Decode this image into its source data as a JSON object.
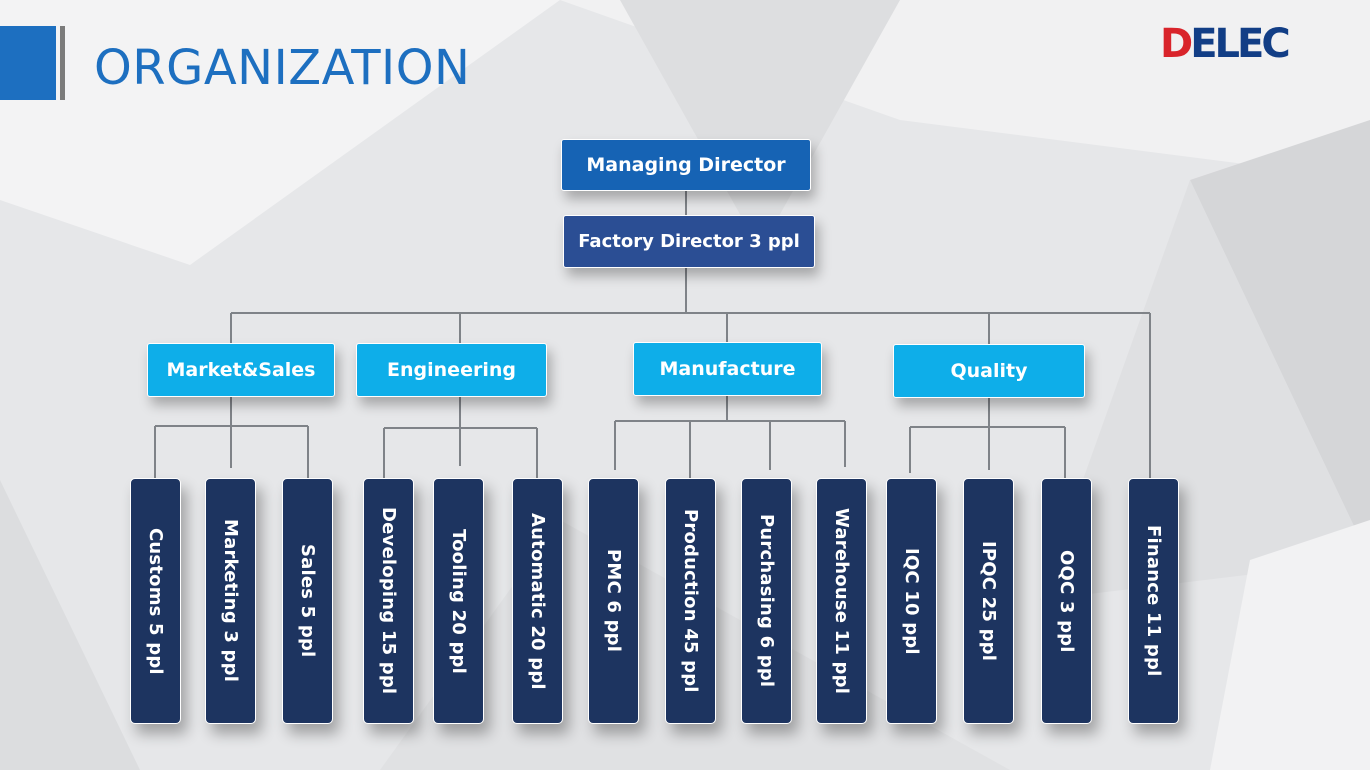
{
  "header": {
    "title": "ORGANIZATION",
    "logo_initial": "D",
    "logo_rest": "ELEC"
  },
  "colors": {
    "title": "#1d6fc0",
    "managing_director": "#1663b4",
    "factory_director": "#2b4e94",
    "department": "#0eaee9",
    "unit": "#1d3460",
    "logo_red": "#d9242b",
    "logo_blue": "#123e86"
  },
  "org": {
    "managing_director": "Managing Director",
    "factory_director": "Factory Director 3 ppl",
    "departments": [
      {
        "label": "Market&Sales",
        "units": [
          "Customs  5 ppl",
          "Marketing  3 ppl",
          "Sales  5 ppl"
        ]
      },
      {
        "label": "Engineering",
        "units": [
          "Developing  15 ppl",
          "Tooling  20 ppl",
          "Automatic  20 ppl"
        ]
      },
      {
        "label": "Manufacture",
        "units": [
          "PMC  6 ppl",
          "Production 45 ppl",
          "Purchasing  6 ppl",
          "Warehouse  11 ppl"
        ]
      },
      {
        "label": "Quality",
        "units": [
          "IQC  10 ppl",
          "IPQC  25 ppl",
          "OQC  3 ppl"
        ]
      }
    ],
    "direct_units": [
      "Finance  11 ppl"
    ]
  }
}
